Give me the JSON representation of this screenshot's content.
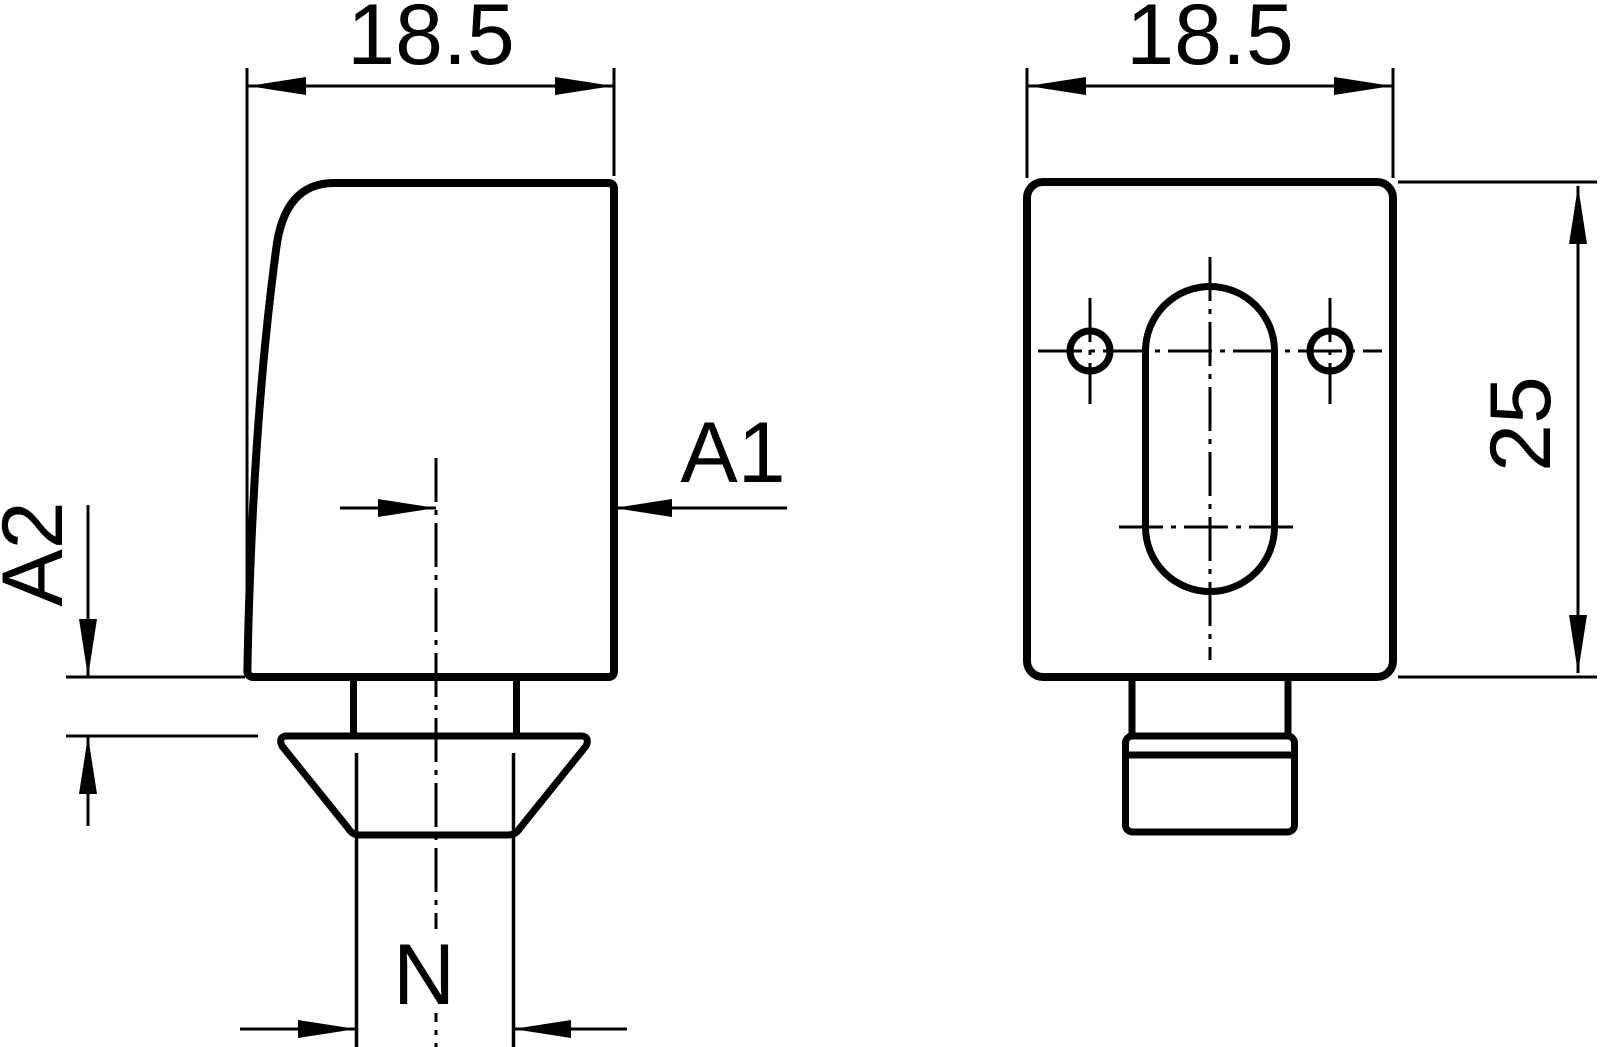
{
  "drawing": {
    "colors": {
      "background": "#ffffff",
      "line": "#000000"
    },
    "dimensions": {
      "side_width": "18.5",
      "front_width": "18.5",
      "front_height": "25",
      "offset_a1": "A1",
      "offset_a2": "A2",
      "thread_size": "N"
    }
  }
}
